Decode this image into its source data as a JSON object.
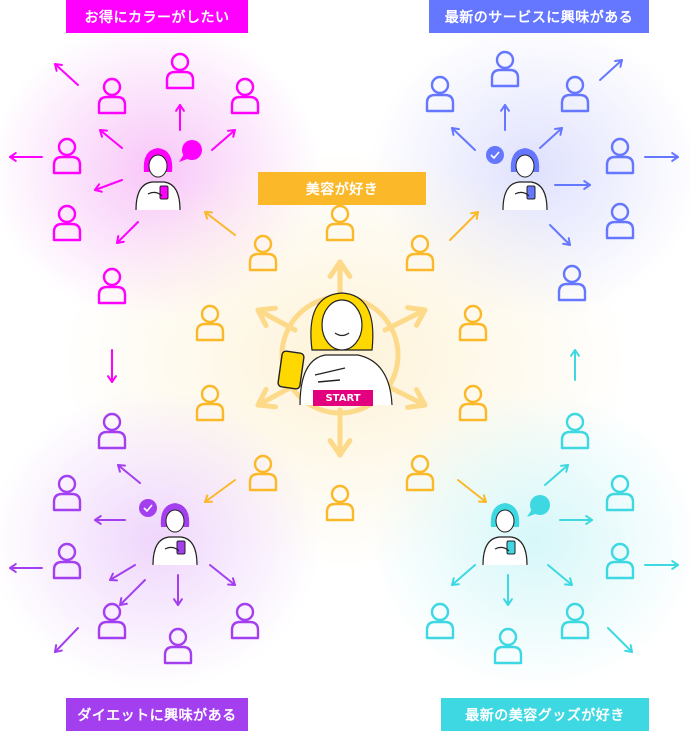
{
  "segments": [
    {
      "id": "magenta",
      "label": "お得にカラーがしたい",
      "color": "#ff00ff",
      "glow": "#fbd0fb",
      "bubble": "speech"
    },
    {
      "id": "blue",
      "label": "最新のサービスに興味がある",
      "color": "#6677ff",
      "glow": "#e2e4fd",
      "bubble": "check"
    },
    {
      "id": "yellow",
      "label": "美容が好き",
      "color": "#fbb829",
      "glow": "#fdf6e2",
      "bubble": "none"
    },
    {
      "id": "purple",
      "label": "ダイエットに興味がある",
      "color": "#a43ff0",
      "glow": "#f0dcfc",
      "bubble": "check"
    },
    {
      "id": "cyan",
      "label": "最新の美容グッズが好き",
      "color": "#3dd8e2",
      "glow": "#dcf8fa",
      "bubble": "speech"
    }
  ],
  "center": {
    "start_label": "START",
    "phone_color": "#ffd800",
    "start_color": "#e2007f"
  }
}
